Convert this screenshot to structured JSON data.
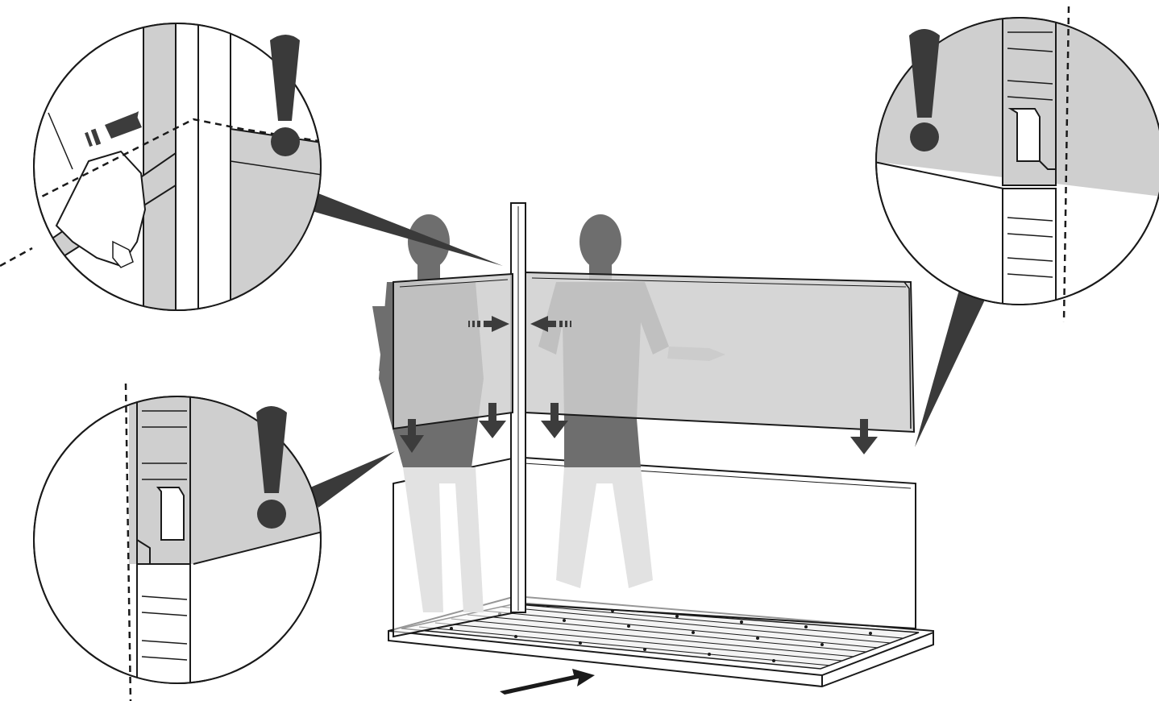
{
  "title": "",
  "colors": {
    "background": "#ffffff",
    "ink": "#1a1a1a",
    "panel_gray": "#cfcfcf",
    "panel_gray_dark": "#bdbdbd",
    "warning_mark": "#3a3a3a",
    "figure_gray": "#6e6e6e",
    "figure_gray_light": "#e6e6e6",
    "arrow_gray": "#3c3c3c"
  },
  "icons": [
    "exclamation-warning-icon",
    "push-arrow-icon",
    "down-arrow-icon",
    "slide-arrow-icon"
  ],
  "callouts": [
    {
      "name": "callout-hand-top-left",
      "has_warning": true
    },
    {
      "name": "callout-panel-joint-top-right",
      "has_warning": true
    },
    {
      "name": "callout-panel-joint-bottom-left",
      "has_warning": true
    }
  ],
  "people_count": 2
}
